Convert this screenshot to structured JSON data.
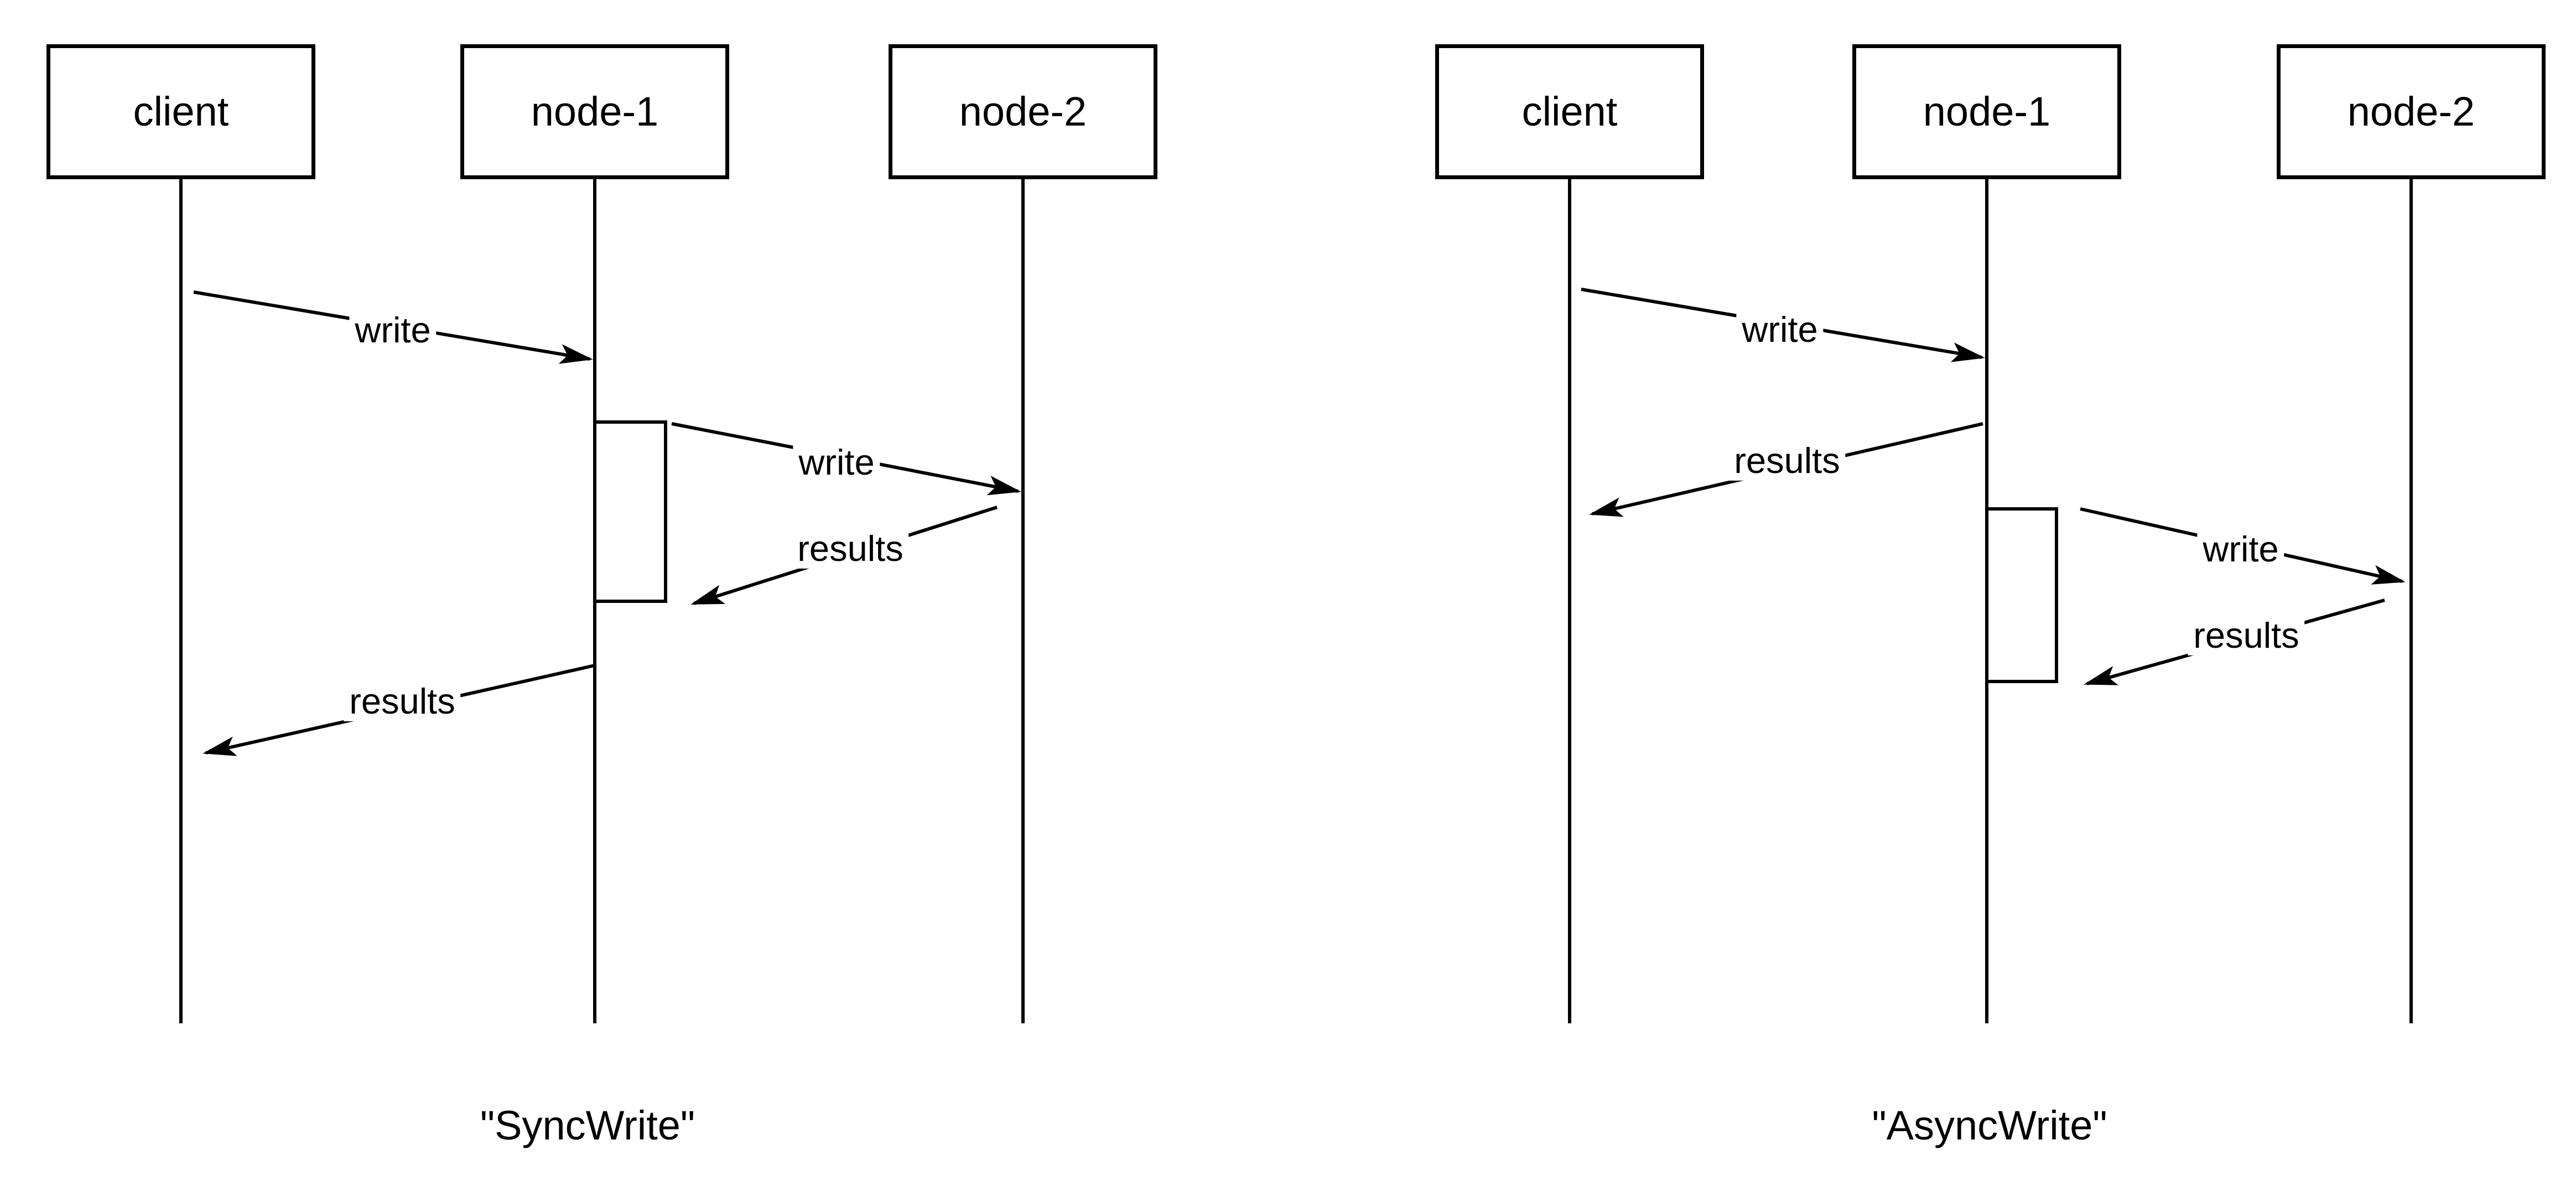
{
  "colors": {
    "stroke": "#000000",
    "background": "#ffffff"
  },
  "diagrams": [
    {
      "caption": "\"SyncWrite\"",
      "actors": [
        {
          "label": "client"
        },
        {
          "label": "node-1"
        },
        {
          "label": "node-2"
        }
      ],
      "messages": [
        {
          "from": "client",
          "to": "node-1",
          "label": "write"
        },
        {
          "from": "node-1",
          "to": "node-2",
          "label": "write"
        },
        {
          "from": "node-2",
          "to": "node-1",
          "label": "results"
        },
        {
          "from": "node-1",
          "to": "client",
          "label": "results"
        }
      ]
    },
    {
      "caption": "\"AsyncWrite\"",
      "actors": [
        {
          "label": "client"
        },
        {
          "label": "node-1"
        },
        {
          "label": "node-2"
        }
      ],
      "messages": [
        {
          "from": "client",
          "to": "node-1",
          "label": "write"
        },
        {
          "from": "node-1",
          "to": "client",
          "label": "results"
        },
        {
          "from": "node-1",
          "to": "node-2",
          "label": "write"
        },
        {
          "from": "node-2",
          "to": "node-1",
          "label": "results"
        }
      ]
    }
  ]
}
